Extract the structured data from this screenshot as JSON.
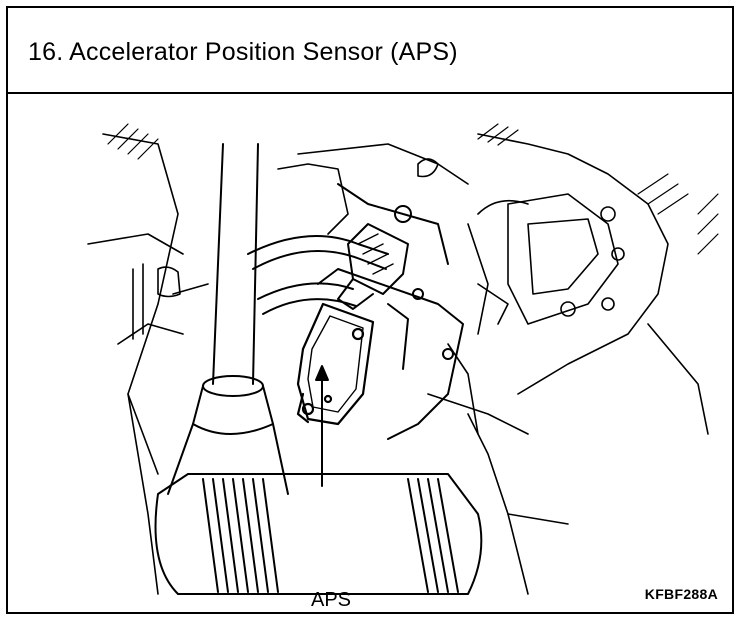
{
  "section": {
    "title": "16.  Accelerator Position Sensor (APS)"
  },
  "figure": {
    "callout_label": "APS",
    "figure_code": "KFBF288A"
  }
}
